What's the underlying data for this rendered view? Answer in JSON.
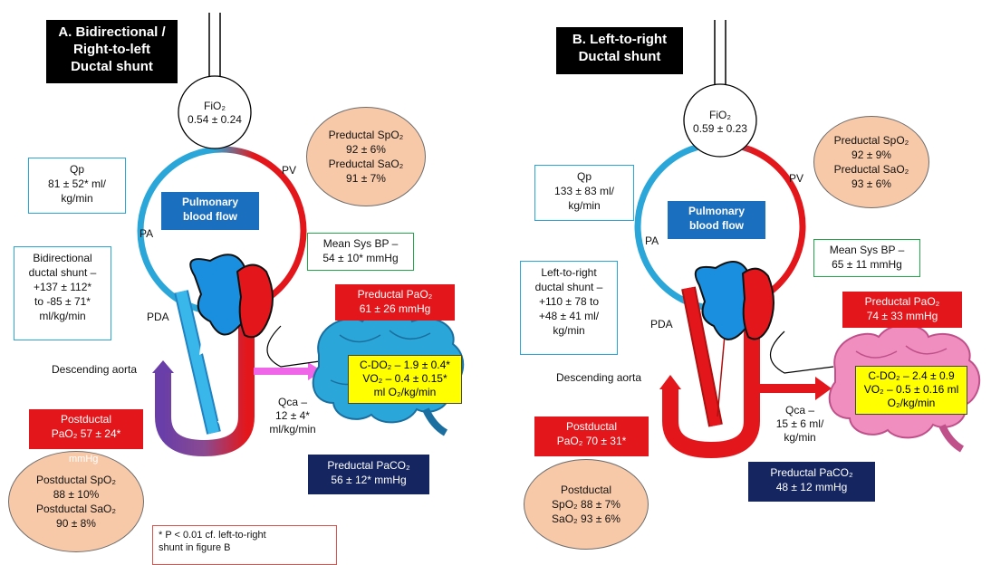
{
  "colors": {
    "oxygenated": "#e3171b",
    "deoxygenated": "#2aa7d8",
    "brain_a": "#2aa7d8",
    "brain_b": "#f08fbf",
    "mixed_arrow": "#7b3fa0",
    "magenta_arrow": "#f066e8",
    "heart_blue": "#1a8fe0"
  },
  "icons": [
    "lung-circle-icon",
    "heart-icon",
    "brain-icon",
    "arrow-icon"
  ],
  "panel_a": {
    "title_line1": "A. Bidirectional /",
    "title_line2": "Right-to-left",
    "title_line3": "Ductal shunt",
    "fio2_label": "FiO₂",
    "fio2_value": "0.54 ± 0.24",
    "qp_label": "Qp",
    "qp_value1": "81 ± 52* ml/",
    "qp_value2": "kg/min",
    "pa_label": "PA",
    "pv_label": "PV",
    "pbf_line1": "Pulmonary",
    "pbf_line2": "blood flow",
    "pre_spo2_label": "Preductal SpO₂",
    "pre_spo2_value": "92 ± 6%",
    "pre_sao2_label": "Preductal SaO₂",
    "pre_sao2_value": "91 ± 7%",
    "sysbp_line1": "Mean Sys BP –",
    "sysbp_line2": "54 ± 10* mmHg",
    "shunt_line1": "Bidirectional",
    "shunt_line2": "ductal shunt –",
    "shunt_line3": "+137 ± 112*",
    "shunt_line4": "to -85 ± 71*",
    "shunt_line5": "ml/kg/min",
    "pda_label": "PDA",
    "pre_pao2_label": "Preductal PaO₂",
    "pre_pao2_value": "61 ± 26 mmHg",
    "desc_aorta": "Descending aorta",
    "cdo2": "C-DO₂ – 1.9 ± 0.4*",
    "vo2": "VO₂ – 0.4 ± 0.15*",
    "vo2_unit": "ml O₂/kg/min",
    "qca_label": "Qca –",
    "qca_value1": "12 ± 4*",
    "qca_value2": "ml/kg/min",
    "post_pao2_label": "Postductal",
    "post_pao2_value": "PaO₂  57 ± 24*",
    "post_pao2_unit": "mmHg",
    "post_spo2_label": "Postductal SpO₂",
    "post_spo2_value": "88 ± 10%",
    "post_sao2_label": "Postductal SaO₂",
    "post_sao2_value": "90 ± 8%",
    "paco2_label": "Preductal PaCO₂",
    "paco2_value": "56 ± 12* mmHg",
    "note_line1": "* P < 0.01 cf. left-to-right",
    "note_line2": "shunt in figure B"
  },
  "panel_b": {
    "title_line1": "B. Left-to-right",
    "title_line2": "Ductal shunt",
    "fio2_label": "FiO₂",
    "fio2_value": "0.59 ± 0.23",
    "qp_label": "Qp",
    "qp_value1": "133 ± 83 ml/",
    "qp_value2": "kg/min",
    "pa_label": "PA",
    "pv_label": "PV",
    "pbf_line1": "Pulmonary",
    "pbf_line2": "blood flow",
    "pre_spo2_label": "Preductal SpO₂",
    "pre_spo2_value": "92 ± 9%",
    "pre_sao2_label": "Preductal SaO₂",
    "pre_sao2_value": "93 ± 6%",
    "sysbp_line1": "Mean Sys BP –",
    "sysbp_line2": "65 ± 11 mmHg",
    "shunt_line1": "Left-to-right",
    "shunt_line2": "ductal shunt –",
    "shunt_line3": "+110 ± 78 to",
    "shunt_line4": "+48 ± 41 ml/",
    "shunt_line5": "kg/min",
    "pda_label": "PDA",
    "pre_pao2_label": "Preductal PaO₂",
    "pre_pao2_value": "74 ± 33 mmHg",
    "desc_aorta": "Descending aorta",
    "cdo2": "C-DO₂ – 2.4 ± 0.9",
    "vo2": "VO₂ – 0.5 ± 0.16 ml",
    "vo2_unit": "O₂/kg/min",
    "qca_label": "Qca –",
    "qca_value1": "15 ± 6 ml/",
    "qca_value2": "kg/min",
    "post_pao2_label": "Postductal",
    "post_pao2_value": "PaO₂  70 ± 31*",
    "post_line1": "Postductal",
    "post_spo2_value": "SpO₂  88 ± 7%",
    "post_sao2_value": "SaO₂  93 ± 6%",
    "paco2_label": "Preductal PaCO₂",
    "paco2_value": "48 ± 12 mmHg"
  }
}
